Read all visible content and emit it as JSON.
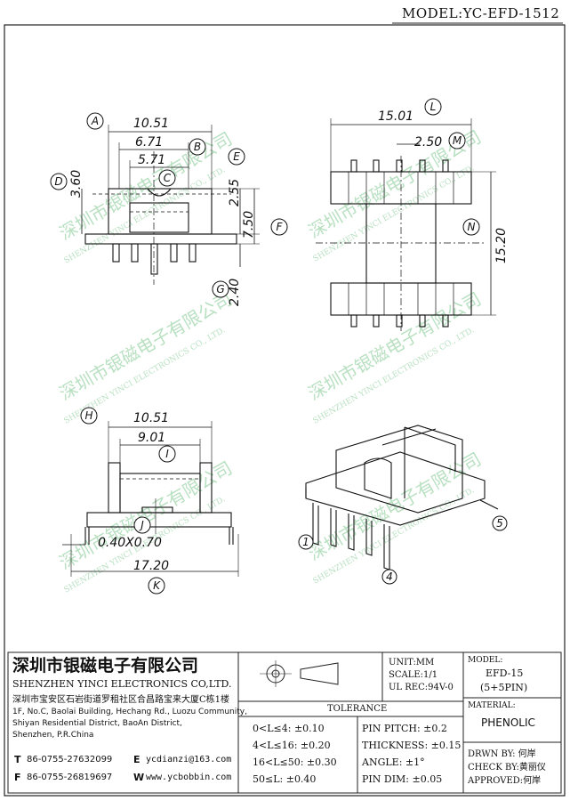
{
  "model_label": "MODEL:YC-EFD-1512",
  "dimensions": {
    "front": {
      "width": "10.51",
      "b": "6.71",
      "c": "5.71",
      "d": "3.60",
      "e": "2.55",
      "f": "7.50",
      "g": "2.40"
    },
    "side": {
      "l": "15.01",
      "m": "2.50",
      "n": "15.20"
    },
    "bottom": {
      "h": "10.51",
      "i": "9.01",
      "j": "0.40X0.70",
      "k": "17.20"
    }
  },
  "letters": [
    "A",
    "B",
    "C",
    "D",
    "E",
    "F",
    "G",
    "L",
    "M",
    "N",
    "H",
    "I",
    "J",
    "K"
  ],
  "pins": [
    "1",
    "4",
    "5"
  ],
  "watermark": {
    "cn": "深圳市银磁电子有限公司",
    "en": "SHENZHEN YINCI ELECTRONICS CO., LTD."
  },
  "titleblock": {
    "company_cn": "深圳市银磁电子有限公司",
    "company_en": "SHENZHEN YINCI ELECTRONICS CO,LTD.",
    "address_cn": "深圳市宝安区石岩街道罗租社区合昌路宝来大厦C栋1楼",
    "address_en_1": "1F, No.C, Baolai Building, Hechang Rd., Luozu Community,",
    "address_en_2": "Shiyan Residential District, BaoAn District,",
    "address_en_3": "Shenzhen, P.R.China",
    "tel_label": "T",
    "tel": "86-0755-27632099",
    "fax_label": "F",
    "fax": "86-0755-26819697",
    "email_label": "E",
    "email": "ycdianzi@163.com",
    "web_label": "W",
    "web": "www.ycbobbin.com",
    "unit": "UNIT:MM",
    "scale": "SCALE:1/1",
    "ul": "UL REC:94V-0",
    "tolerance_title": "TOLERANCE",
    "tol": [
      "0<L≤4: ±0.10",
      "4<L≤16: ±0.20",
      "16<L≤50: ±0.30",
      "50≤L: ±0.40"
    ],
    "pin_tol": [
      "PIN PITCH: ±0.2",
      "THICKNESS: ±0.15",
      "ANGLE: ±1°",
      "PIN DIM: ±0.05"
    ],
    "model_head": "MODEL:",
    "model_val_1": "EFD-15",
    "model_val_2": "(5+5PIN)",
    "material_head": "MATERIAL:",
    "material": "PHENOLIC",
    "drawn": "DRWN BY: 何岸",
    "check": "CHECK BY:黄丽仪",
    "approved": "APPROVED:何岸"
  }
}
